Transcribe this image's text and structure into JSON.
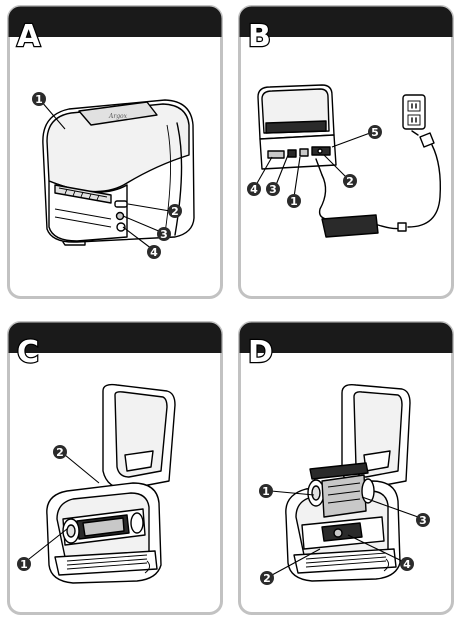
{
  "panels": [
    {
      "letter": "A",
      "callouts": [
        "1",
        "2",
        "3",
        "4"
      ]
    },
    {
      "letter": "B",
      "callouts": [
        "1",
        "2",
        "3",
        "4",
        "5"
      ]
    },
    {
      "letter": "C",
      "callouts": [
        "1",
        "2"
      ]
    },
    {
      "letter": "D",
      "callouts": [
        "1",
        "2",
        "3",
        "4"
      ]
    }
  ],
  "printer_brand_text": "Argox",
  "colors": {
    "header": "#1a1a1a",
    "frame": "#c2c2c2",
    "badge": "#2b2b2b"
  }
}
